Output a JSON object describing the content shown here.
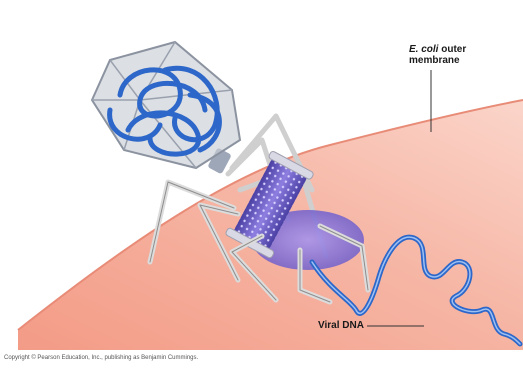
{
  "labels": {
    "membrane_species": "E. coli",
    "membrane_rest": " outer",
    "membrane_line2": "membrane",
    "viral_dna": "Viral DNA"
  },
  "copyright": "Copyright © Pearson Education, Inc., publishing as Benjamin Cummings.",
  "colors": {
    "background": "#ffffff",
    "membrane_outer": "#f2a592",
    "membrane_inner": "#f7c6b8",
    "capsid": "#c9ced6",
    "dna": "#2c67c9",
    "baseplate": "#7f6fd1",
    "tail_fiber": "#d9d9d9"
  }
}
